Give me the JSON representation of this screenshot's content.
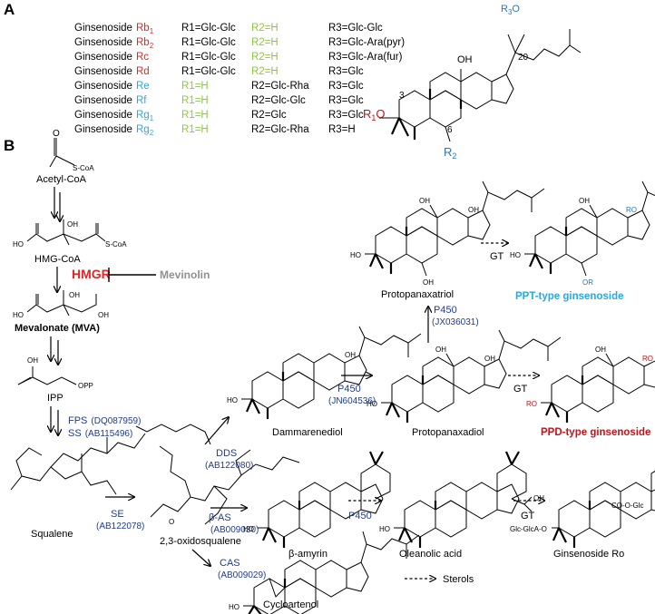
{
  "colors": {
    "red": "#e0262a",
    "cyan": "#27a9e1",
    "green": "#8dc63f",
    "navy": "#1f3c8a",
    "blue": "#2e75b6",
    "darkred": "#c0141b",
    "grey": "#909090",
    "black": "#000000"
  },
  "panelA": {
    "label": "A",
    "rows": [
      {
        "name": "Ginsenoside",
        "sub": "Rb",
        "subn": "1",
        "color": "red",
        "r1": "R1=Glc-Glc",
        "r1color": "black",
        "r2": "R2=H",
        "r2color": "green",
        "r3": "R3=Glc-Glc"
      },
      {
        "name": "Ginsenoside",
        "sub": "Rb",
        "subn": "2",
        "color": "red",
        "r1": "R1=Glc-Glc",
        "r1color": "black",
        "r2": "R2=H",
        "r2color": "green",
        "r3": "R3=Glc-Ara(pyr)"
      },
      {
        "name": "Ginsenoside",
        "sub": "Rc",
        "subn": "",
        "color": "red",
        "r1": "R1=Glc-Glc",
        "r1color": "black",
        "r2": "R2=H",
        "r2color": "green",
        "r3": "R3=Glc-Ara(fur)"
      },
      {
        "name": "Ginsenoside",
        "sub": "Rd",
        "subn": "",
        "color": "red",
        "r1": "R1=Glc-Glc",
        "r1color": "black",
        "r2": "R2=H",
        "r2color": "green",
        "r3": "R3=Glc"
      },
      {
        "name": "Ginsenoside",
        "sub": "Re",
        "subn": "",
        "color": "cyan",
        "r1": "R1=H",
        "r1color": "green",
        "r2": "R2=Glc-Rha",
        "r2color": "black",
        "r3": "R3=Glc"
      },
      {
        "name": "Ginsenoside",
        "sub": "Rf",
        "subn": "",
        "color": "cyan",
        "r1": "R1=H",
        "r1color": "green",
        "r2": "R2=Glc-Glc",
        "r2color": "black",
        "r3": "R3=Glc"
      },
      {
        "name": "Ginsenoside",
        "sub": "Rg",
        "subn": "1",
        "color": "cyan",
        "r1": "R1=H",
        "r1color": "green",
        "r2": "R2=Glc",
        "r2color": "black",
        "r3": "R3=Glc"
      },
      {
        "name": "Ginsenoside",
        "sub": "Rg",
        "subn": "2",
        "color": "cyan",
        "r1": "R1=H",
        "r1color": "green",
        "r2": "R2=Glc-Rha",
        "r2color": "black",
        "r3": "R3=H"
      }
    ],
    "structure": {
      "r3o": "R",
      "r3o_sub": "3",
      "r3o_tail": "O",
      "oh": "OH",
      "c20": "20",
      "c3": "3",
      "c6": "6",
      "r1o": "R",
      "r1o_sub": "1",
      "r1o_tail": "O",
      "r2": "R",
      "r2_sub": "2"
    }
  },
  "panelB": {
    "label": "B",
    "acetyl": {
      "name": "Acetyl-CoA",
      "scoa": "S-CoA",
      "o": "O"
    },
    "hmg": {
      "name": "HMG-CoA",
      "ho": "HO",
      "oh": "OH",
      "scoa": "S-CoA"
    },
    "hmgr": "HMGR",
    "mevinolin": "Mevinolin",
    "mva": {
      "name": "Mevalonate (MVA)",
      "ho": "HO",
      "oh": "OH"
    },
    "ipp": {
      "name": "IPP",
      "oh": "OH",
      "opp": "OPP"
    },
    "fps": "FPS",
    "fps_acc": "(DQ087959)",
    "ss": "SS",
    "ss_acc": "(AB115496)",
    "squalene": "Squalene",
    "se": "SE",
    "se_acc": "(AB122078)",
    "oxido": "2,3-oxidosqualene",
    "oxido_o": "O",
    "dds": "DDS",
    "dds_acc": "(AB122080)",
    "bas": "β-AS",
    "bas_acc": "(AB009030)",
    "cas": "CAS",
    "cas_acc": "(AB009029)",
    "dammarenediol": "Dammarenediol",
    "p450a": "P450",
    "p450a_acc": "(JN604536)",
    "protopanaxadiol": "Protopanaxadiol",
    "p450b": "P450",
    "p450b_acc": "(JX036031)",
    "protopanaxatriol": "Protopanaxatriol",
    "gt": "GT",
    "ppt": "PPT-type ginsenoside",
    "ppd": "PPD-type ginsenoside",
    "bamyrin": "β-amyrin",
    "p450c": "P450",
    "oleanolic": "Oleanolic acid",
    "ro": "Ginsenoside Ro",
    "ro_coo": "CO-O-Glc",
    "ro_glc": "Glc-GlcA-O",
    "cycloartenol": "Cycloartenol",
    "sterols": "Sterols",
    "ho": "HO",
    "oh": "OH",
    "ro_label": "RO",
    "or_label": "OR"
  }
}
